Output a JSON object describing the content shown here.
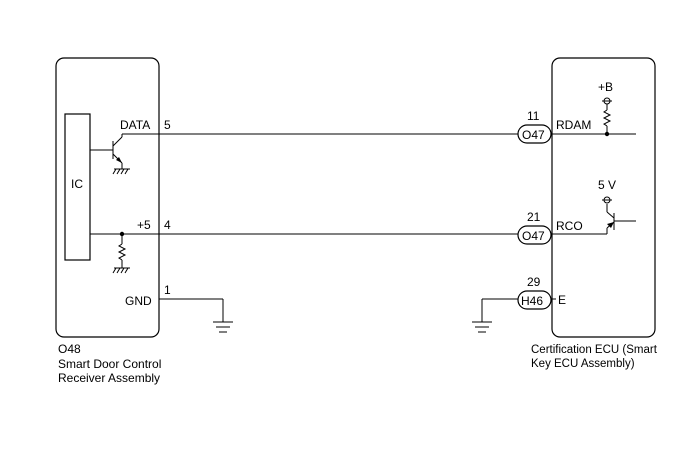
{
  "left_unit": {
    "code": "O48",
    "name_line1": "Smart Door Control",
    "name_line2": "Receiver Assembly",
    "ic_label": "IC",
    "pins": [
      {
        "label": "DATA",
        "number": "5"
      },
      {
        "label": "+5",
        "number": "4"
      },
      {
        "label": "GND",
        "number": "1"
      }
    ]
  },
  "right_unit": {
    "name_line1": "Certification ECU (Smart",
    "name_line2": "Key ECU Assembly)",
    "supply_b": "+B",
    "supply_5v": "5 V",
    "pins": [
      {
        "label": "RDAM",
        "number": "11",
        "connector": "O47"
      },
      {
        "label": "RCO",
        "number": "21",
        "connector": "O47"
      },
      {
        "label": "E",
        "number": "29",
        "connector": "H46"
      }
    ]
  }
}
